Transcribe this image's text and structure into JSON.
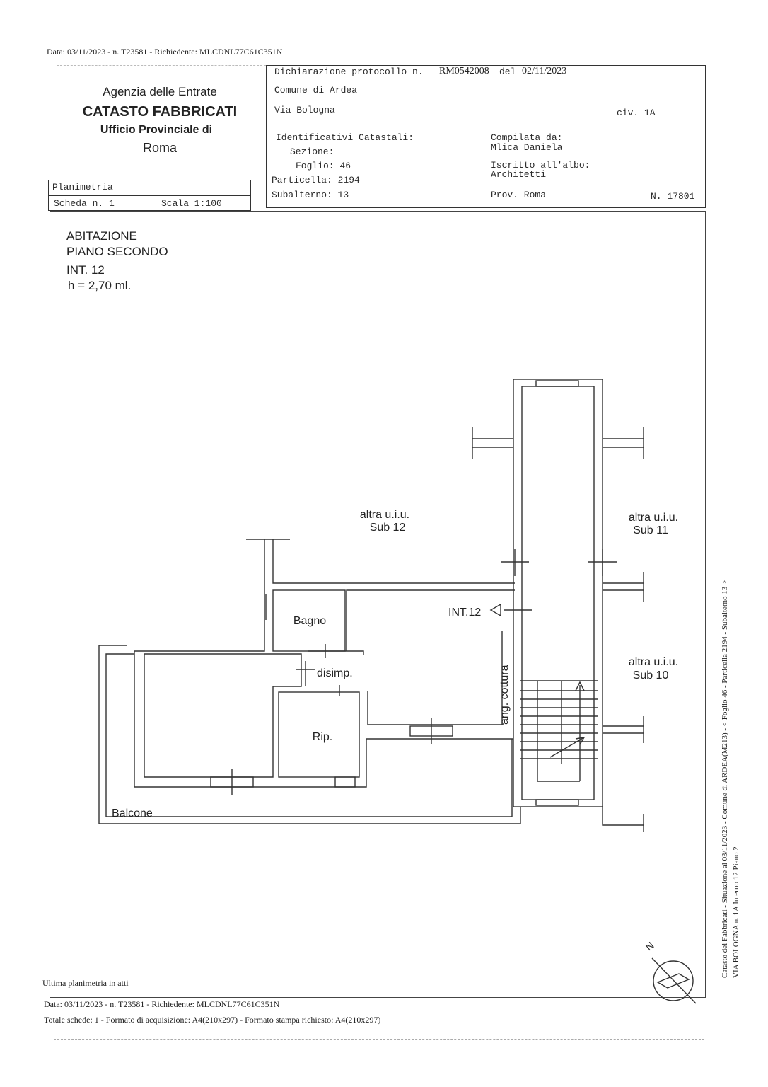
{
  "top_line": "Data: 03/11/2023 - n. T23581 - Richiedente: MLCDNL77C61C351N",
  "agency": {
    "line1": "Agenzia delle Entrate",
    "line2": "CATASTO FABBRICATI",
    "line3": "Ufficio Provinciale di",
    "line4": "Roma"
  },
  "declaration": {
    "protocol_label": "Dichiarazione protocollo n.",
    "protocol_number": "RM0542008",
    "del_label": "del",
    "date": "02/11/2023",
    "comune": "Comune di Ardea",
    "street": "Via Bologna",
    "civ": "civ. 1A"
  },
  "identificativi": {
    "title": "Identificativi Catastali:",
    "sezione": "Sezione:",
    "foglio": "Foglio: 46",
    "particella": "Particella: 2194",
    "subalterno": "Subalterno: 13"
  },
  "compilata": {
    "label": "Compilata da:",
    "name": "Mlica Daniela",
    "iscritto": "Iscritto all'albo:",
    "albo": "Architetti",
    "prov": "Prov. Roma",
    "number": "N. 17801"
  },
  "planimetria": {
    "label": "Planimetria",
    "scheda": "Scheda n. 1",
    "scala": "Scala 1:100"
  },
  "plan_header": {
    "line1": "ABITAZIONE",
    "line2": "PIANO SECONDO",
    "line3": "INT. 12",
    "line4": "h = 2,70 ml."
  },
  "rooms": {
    "sub12_a": "altra u.i.u.",
    "sub12_b": "Sub 12",
    "sub11_a": "altra u.i.u.",
    "sub11_b": "Sub 11",
    "sub10_a": "altra u.i.u.",
    "sub10_b": "Sub 10",
    "bagno": "Bagno",
    "disimp": "disimp.",
    "rip": "Rip.",
    "int12": "INT.12",
    "ang_cottura": "ang. cottura",
    "balcone": "Balcone",
    "north": "N"
  },
  "side_text": {
    "line1": "Catasto dei Fabbricati - Situazione al 03/11/2023 - Comune di ARDEA(M213) - < Foglio 46 - Particella 2194 - Subalterno 13 >",
    "line2": "VIA BOLOGNA n. 1A  Interno 12 Piano 2"
  },
  "footer": {
    "line1": "Ultima planimetria in atti",
    "line2": "Data: 03/11/2023 - n. T23581 - Richiedente: MLCDNL77C61C351N",
    "line3": "Totale schede: 1 - Formato di acquisizione: A4(210x297)  - Formato stampa richiesto: A4(210x297)"
  }
}
